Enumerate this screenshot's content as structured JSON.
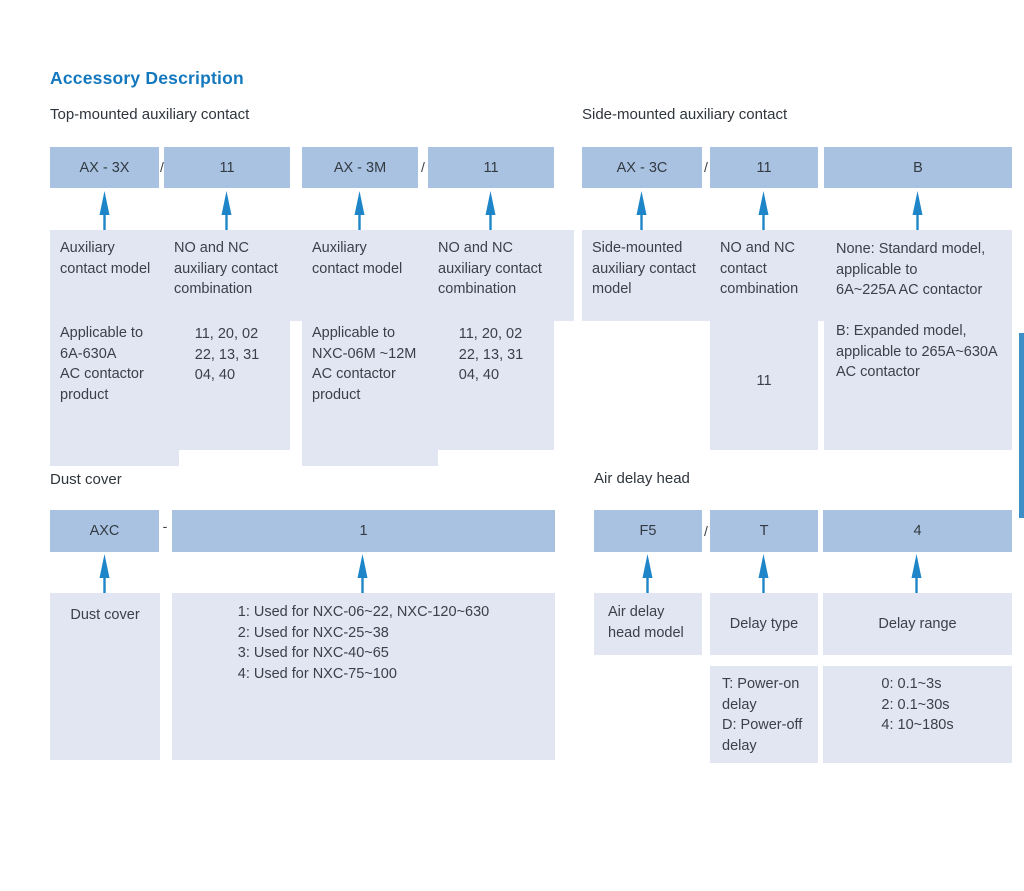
{
  "page": {
    "title": "Accessory Description"
  },
  "colors": {
    "title_blue": "#1478be",
    "arrow_blue": "#1e86c8",
    "header_box": "#a9c2e1",
    "light_box": "#e1e6f2",
    "body_text": "#3a4149",
    "edge_bar": "#3d8fc8"
  },
  "separators": {
    "slash": "/",
    "dash": "-"
  },
  "sections": {
    "top_mounted": {
      "heading": "Top-mounted auxiliary contact",
      "codes": [
        "AX - 3X",
        "11",
        "AX - 3M",
        "11"
      ],
      "labels": [
        "Auxiliary\ncontact  model",
        "NO and NC\nauxiliary contact\ncombination",
        "Auxiliary\ncontact model",
        "NO and NC\nauxiliary contact\ncombination"
      ],
      "details": [
        "Applicable to\n6A-630A\nAC contactor\nproduct",
        "11, 20, 02\n22, 13, 31\n04, 40",
        "Applicable to\nNXC-06M ~12M\nAC contactor\nproduct",
        "11, 20, 02\n22, 13, 31\n04, 40"
      ]
    },
    "side_mounted": {
      "heading": "Side-mounted auxiliary contact",
      "codes": [
        "AX - 3C",
        "11",
        "B"
      ],
      "labels": [
        "Side-mounted\nauxiliary contact\nmodel",
        "NO and NC\ncontact\ncombination"
      ],
      "combo_value": "11",
      "b_description": "None: Standard model,\napplicable to\n6A~225A AC contactor\n\nB: Expanded model,\napplicable to 265A~630A\nAC contactor"
    },
    "dust_cover": {
      "heading": "Dust cover",
      "codes": [
        "AXC",
        "1"
      ],
      "label": "Dust cover",
      "size_description": "1: Used for NXC-06~22, NXC-120~630\n2: Used for NXC-25~38\n3: Used for NXC-40~65\n4: Used for NXC-75~100"
    },
    "air_delay": {
      "heading": "Air delay head",
      "codes": [
        "F5",
        "T",
        "4"
      ],
      "labels": [
        "Air delay\nhead model",
        "Delay type",
        "Delay range"
      ],
      "delay_type_detail": "T: Power-on\ndelay\nD: Power-off\ndelay",
      "delay_range_detail": "0: 0.1~3s\n2: 0.1~30s\n4: 10~180s"
    }
  }
}
